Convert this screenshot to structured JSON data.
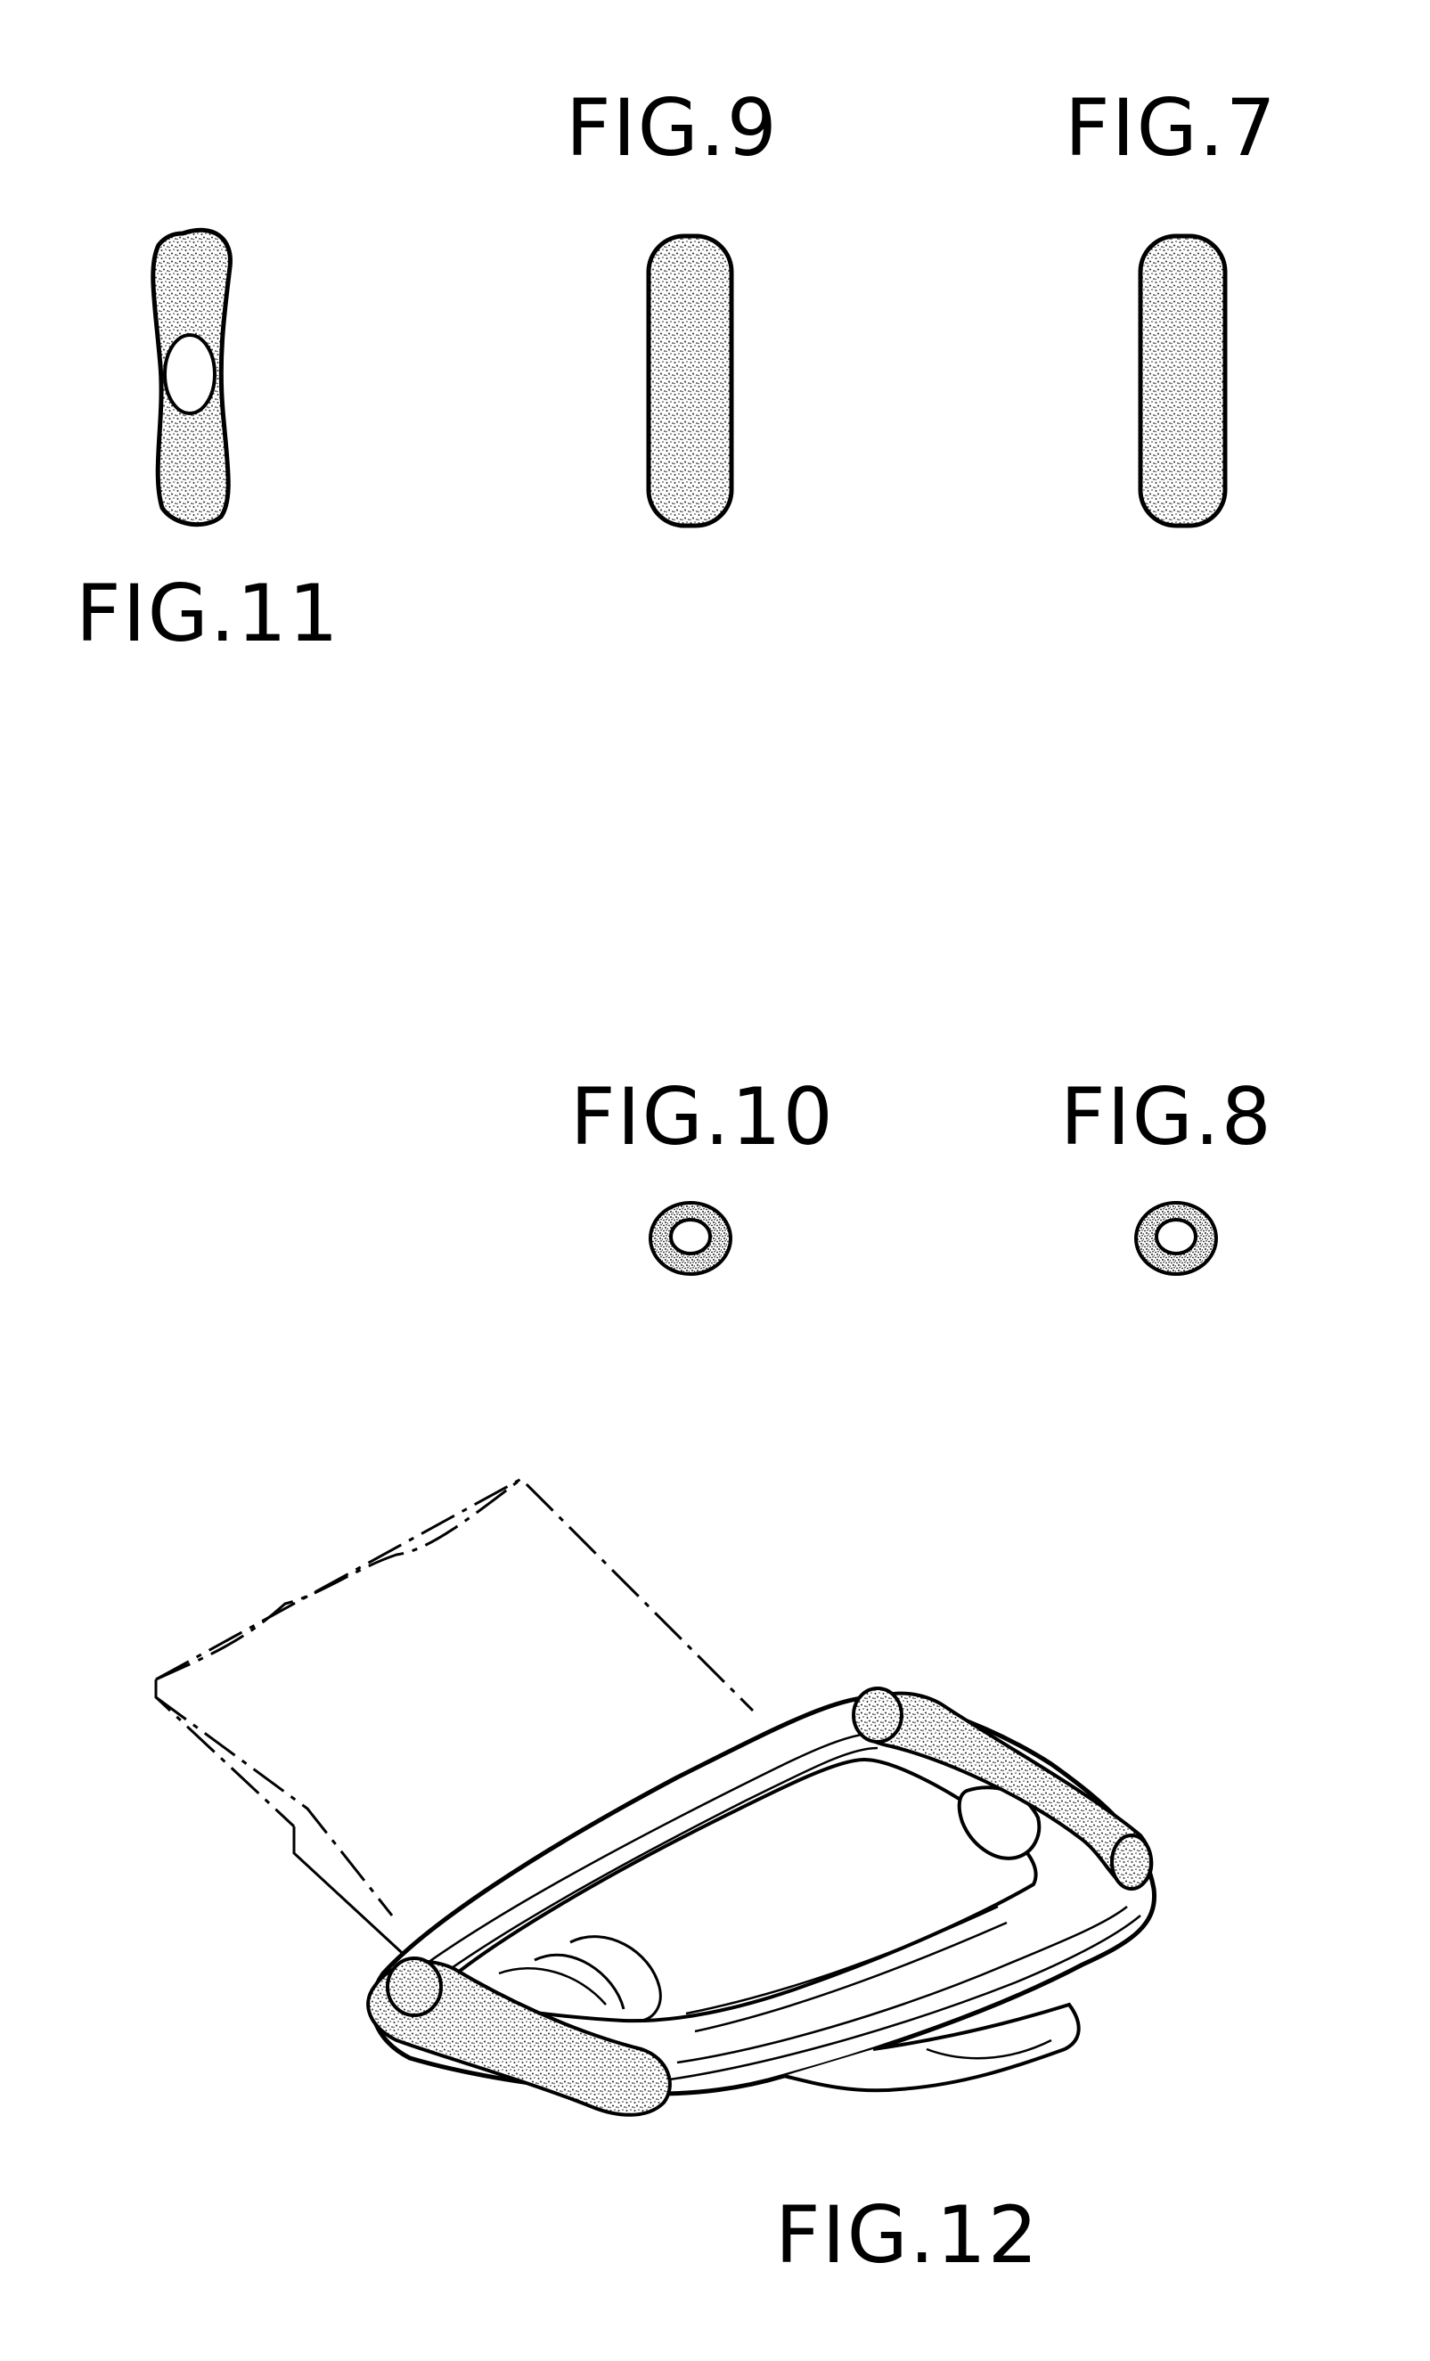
{
  "figures": {
    "fig9": "FIG.9",
    "fig7": "FIG.7",
    "fig11": "FIG.11",
    "fig10": "FIG.10",
    "fig8": "FIG.8",
    "fig12": "FIG.12"
  },
  "colors": {
    "ink": "#000000",
    "paper": "#ffffff",
    "stipple": "#7a7a7a"
  }
}
